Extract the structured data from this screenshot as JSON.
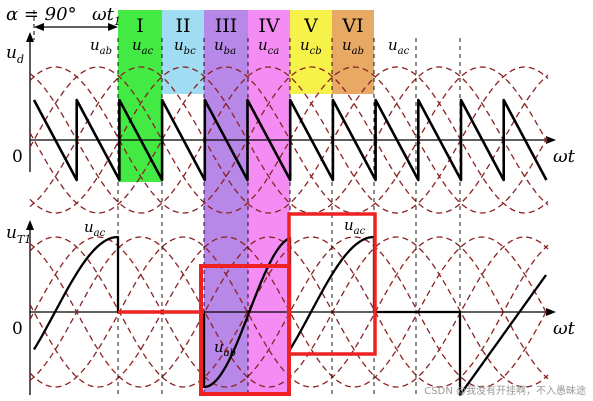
{
  "diagram": {
    "alpha_label": "α = 90°",
    "omega_t1": "ωt",
    "omega_t1_sub": "1",
    "regions": [
      {
        "numeral": "I",
        "color": "#22e622"
      },
      {
        "numeral": "II",
        "color": "#8fd6f0"
      },
      {
        "numeral": "III",
        "color": "#a060e0"
      },
      {
        "numeral": "IV",
        "color": "#f070f0"
      },
      {
        "numeral": "V",
        "color": "#f6f02a"
      },
      {
        "numeral": "VI",
        "color": "#e49a4a"
      }
    ],
    "top_plot": {
      "y_label_main": "u",
      "y_label_sub": "d",
      "zero_label": "0",
      "x_label": "ωt",
      "curve_labels": [
        {
          "main": "u",
          "sub": "ab"
        },
        {
          "main": "u",
          "sub": "ac"
        },
        {
          "main": "u",
          "sub": "bc"
        },
        {
          "main": "u",
          "sub": "ba"
        },
        {
          "main": "u",
          "sub": "ca"
        },
        {
          "main": "u",
          "sub": "cb"
        },
        {
          "main": "u",
          "sub": "ab"
        },
        {
          "main": "u",
          "sub": "ac"
        }
      ]
    },
    "bottom_plot": {
      "y_label_main": "u",
      "y_label_sub": "T1",
      "zero_label": "0",
      "x_label": "ωt",
      "curve_labels": [
        {
          "main": "u",
          "sub": "ac"
        },
        {
          "main": "u",
          "sub": "ac"
        },
        {
          "main": "u",
          "sub": "ab"
        }
      ]
    },
    "highlight_color": "#ee2222",
    "curve_color": "#8b2222",
    "watermark": "CSDN @我没有开挂啊，不入愚昧途"
  }
}
